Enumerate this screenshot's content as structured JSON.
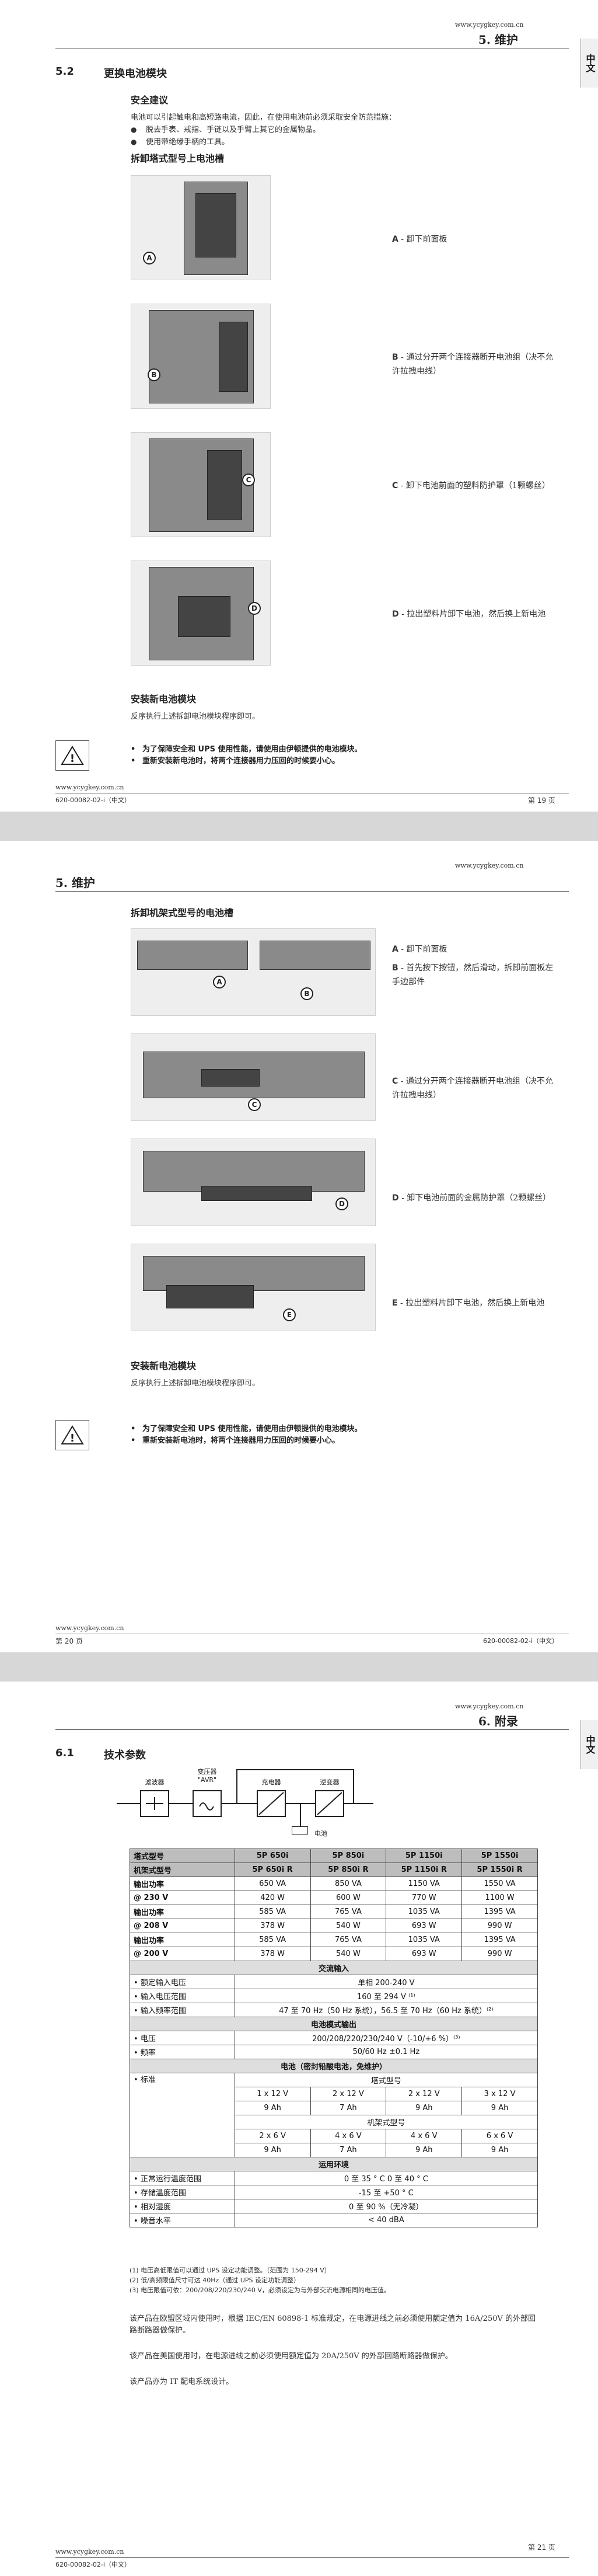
{
  "p1": {
    "site_top": "www.ycygkey.com.cn",
    "chapter": "5.   维护",
    "side_tab": "中文",
    "sec_num": "5.2",
    "sec_title": "更换电池模块",
    "safety_title": "安全建议",
    "safety_para": "电池可以引起触电和高短路电流，因此，在使用电池前必须采取安全防范措施：",
    "safety_bullets": [
      "脱去手表、戒指、手链以及手臂上其它的金属物品。",
      "使用带绝缘手柄的工具。"
    ],
    "tower_title": "拆卸塔式型号上电池槽",
    "steps": [
      {
        "letter": "A",
        "text": "卸下前面板"
      },
      {
        "letter": "B",
        "text": "通过分开两个连接器断开电池组（决不允许拉拽电线）"
      },
      {
        "letter": "C",
        "text": "卸下电池前面的塑料防护罩（1颗螺丝）"
      },
      {
        "letter": "D",
        "text": "拉出塑料片卸下电池，然后换上新电池"
      }
    ],
    "install_title": "安装新电池模块",
    "install_para": "反序执行上述拆卸电池模块程序即可。",
    "warnings": [
      "为了保障安全和 UPS 使用性能，请使用由伊顿提供的电池模块。",
      "重新安装新电池时，将两个连接器用力压回的时候要小心。"
    ],
    "footer_site": "www.ycygkey.com.cn",
    "footer_doc": "620-00082-02-i（中文）",
    "footer_page": "第 19 页"
  },
  "p2": {
    "site_top": "www.ycygkey.com.cn",
    "chapter": "5.   维护",
    "rack_title": "拆卸机架式型号的电池槽",
    "steps": [
      {
        "letter": "A",
        "text": "卸下前面板"
      },
      {
        "letter": "B",
        "text": "首先按下按钮，然后滑动，拆卸前面板左手边部件"
      },
      {
        "letter": "C",
        "text": "通过分开两个连接器断开电池组（决不允许拉拽电线）"
      },
      {
        "letter": "D",
        "text": "卸下电池前面的金属防护罩（2颗螺丝）"
      },
      {
        "letter": "E",
        "text": "拉出塑料片卸下电池，然后换上新电池"
      }
    ],
    "install_title": "安装新电池模块",
    "install_para": "反序执行上述拆卸电池模块程序即可。",
    "warnings": [
      "为了保障安全和 UPS 使用性能，请使用由伊顿提供的电池模块。",
      "重新安装新电池时，将两个连接器用力压回的时候要小心。"
    ],
    "footer_site": "www.ycygkey.com.cn",
    "footer_page": "第 20 页",
    "footer_doc": "620-00082-02-i（中文）"
  },
  "p3": {
    "site_top": "www.ycygkey.com.cn",
    "chapter": "6.   附录",
    "side_tab": "中文",
    "sec_num": "6.1",
    "sec_title": "技术参数",
    "diagram": {
      "filter": "滤波器",
      "transformer": "变压器",
      "transformer_sub": "\"AVR\"",
      "charger": "充电器",
      "inverter": "逆变器",
      "battery": "电池"
    },
    "table": {
      "header": [
        "塔式型号",
        "5P 650i",
        "5P 850i",
        "5P 1150i",
        "5P 1550i"
      ],
      "header2": [
        "机架式型号",
        "5P 650i R",
        "5P 850i R",
        "5P 1150i R",
        "5P 1550i R"
      ],
      "power_rows": [
        {
          "label1": "输出功率",
          "label2": "@ 230 V",
          "va": [
            "650 VA",
            "850 VA",
            "1150 VA",
            "1550 VA"
          ],
          "w": [
            "420 W",
            "600 W",
            "770 W",
            "1100 W"
          ]
        },
        {
          "label1": "输出功率",
          "label2": "@ 208 V",
          "va": [
            "585 VA",
            "765 VA",
            "1035 VA",
            "1395 VA"
          ],
          "w": [
            "378 W",
            "540 W",
            "693 W",
            "990 W"
          ]
        },
        {
          "label1": "输出功率",
          "label2": "@ 200 V",
          "va": [
            "585 VA",
            "765 VA",
            "1035 VA",
            "1395 VA"
          ],
          "w": [
            "378 W",
            "540 W",
            "693 W",
            "990 W"
          ]
        }
      ],
      "ac_input_title": "交流输入",
      "ac_input": [
        {
          "label": "额定输入电压",
          "value": "单相 200-240 V"
        },
        {
          "label": "输入电压范围",
          "value": "160 至 294 V ⁽¹⁾"
        },
        {
          "label": "输入频率范围",
          "value": "47 至 70 Hz（50 Hz 系统），56.5 至 70 Hz（60 Hz 系统）⁽²⁾"
        }
      ],
      "battery_output_title": "电池模式输出",
      "battery_output": [
        {
          "label": "电压",
          "value": "200/208/220/230/240 V（-10/+6 %）⁽³⁾"
        },
        {
          "label": "频率",
          "value": "50/60 Hz ±0.1 Hz"
        }
      ],
      "battery_title": "电池（密封铅酸电池，免维护）",
      "battery_std_label": "标准",
      "battery_tower_label": "塔式型号",
      "battery_tower_v": [
        "1 x 12 V",
        "2 x 12 V",
        "2 x 12 V",
        "3 x 12 V"
      ],
      "battery_tower_ah": [
        "9 Ah",
        "7 Ah",
        "9 Ah",
        "9 Ah"
      ],
      "battery_rack_label": "机架式型号",
      "battery_rack_v": [
        "2 x 6 V",
        "4 x 6 V",
        "4 x 6 V",
        "6 x 6 V"
      ],
      "battery_rack_ah": [
        "9 Ah",
        "7 Ah",
        "9 Ah",
        "9 Ah"
      ],
      "env_title": "运用环境",
      "env": [
        {
          "label": "正常运行温度范围",
          "value": "0 至 35 ° C              0 至 40 ° C"
        },
        {
          "label": "存储温度范围",
          "value": "-15 至 +50 ° C"
        },
        {
          "label": "相对湿度",
          "value": "0 至 90 %（无冷凝）"
        },
        {
          "label": "噪音水平",
          "value": "< 40 dBA"
        }
      ]
    },
    "notes": [
      "(1)  电压高低限值可以通过 UPS 设定功能调整。（范围为 150-294 V）",
      "(2)  低/高频限值尺寸可达 40Hz（通过 UPS 设定功能调整）",
      "(3)  电压限值可依：200/208/220/230/240 V，必须设定为与外部交流电源相同的电压值。"
    ],
    "paras": [
      "该产品在欧盟区域内使用时，根据 IEC/EN 60898-1 标准规定，在电源进线之前必须使用额定值为 16A/250V 的外部回路断路器做保护。",
      "该产品在美国使用时，在电源进线之前必须使用额定值为 20A/250V 的外部回路断路器做保护。",
      "该产品亦为 IT 配电系统设计。"
    ],
    "footer_site": "www.ycygkey.com.cn",
    "footer_doc": "620-00082-02-i（中文）",
    "footer_page": "第 21 页"
  }
}
